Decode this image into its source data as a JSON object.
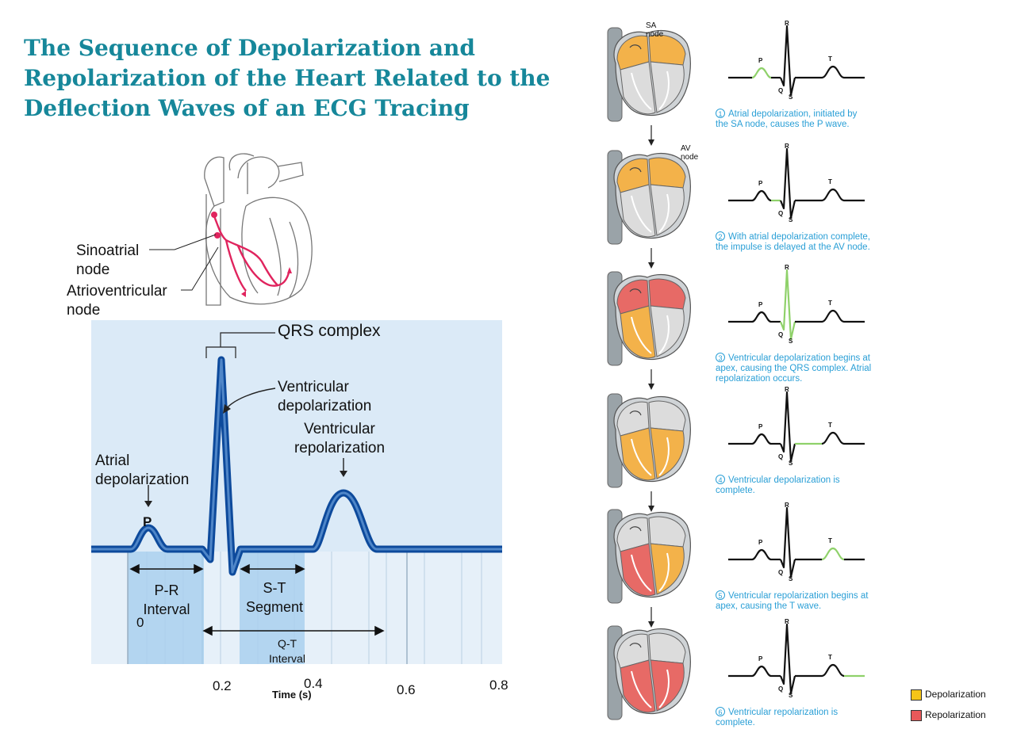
{
  "title": "The Sequence of Depolarization and Repolarization of the Heart Related to the Deflection Waves of an ECG Tracing",
  "heart_labels": {
    "sa_line1": "Sinoatrial",
    "sa_line2": "node",
    "av_line1": "Atrioventricular",
    "av_line2": "node"
  },
  "ecg": {
    "qrs_complex": "QRS complex",
    "vent_depol_1": "Ventricular",
    "vent_depol_2": "depolarization",
    "vent_repol_1": "Ventricular",
    "vent_repol_2": "repolarization",
    "atrial_depol_1": "Atrial",
    "atrial_depol_2": "depolarization",
    "p_label": "P",
    "pr_1": "P-R",
    "pr_2": "Interval",
    "st_1": "S-T",
    "st_2": "Segment",
    "qt_1": "Q-T",
    "qt_2": "Interval",
    "xaxis_label": "Time (s)",
    "ticks": [
      "0",
      "0.2",
      "0.4",
      "0.6",
      "0.8"
    ]
  },
  "steps": [
    {
      "num": "1",
      "caption_1": "Atrial depolarization,  initiated by",
      "caption_2": "the  SA  node,  causes  the  P  wave.",
      "caption_3": "",
      "node_label": "SA node",
      "highlight": "p"
    },
    {
      "num": "2",
      "caption_1": "With atrial depolarization  complete,",
      "caption_2": "the  impulse is delayed  at the AV node.",
      "caption_3": "",
      "node_label": "AV node",
      "highlight": "pq"
    },
    {
      "num": "3",
      "caption_1": "Ventricular  depolarization  begins  at",
      "caption_2": "apex,  causing  the  QRS complex.  Atrial",
      "caption_3": "repolarization  occurs.",
      "node_label": "",
      "highlight": "qrs"
    },
    {
      "num": "4",
      "caption_1": "Ventricular  depolarization  is",
      "caption_2": "complete.",
      "caption_3": "",
      "node_label": "",
      "highlight": "st"
    },
    {
      "num": "5",
      "caption_1": "Ventricular  repolarization  begins  at",
      "caption_2": "apex,  causing  the  T wave.",
      "caption_3": "",
      "node_label": "",
      "highlight": "t"
    },
    {
      "num": "6",
      "caption_1": "Ventricular  repolarization  is",
      "caption_2": "complete.",
      "caption_3": "",
      "node_label": "",
      "highlight": "end"
    }
  ],
  "wave_letters": {
    "r": "R",
    "p": "P",
    "t": "T",
    "q": "Q",
    "s": "S"
  },
  "legend": {
    "depol": "Depolarization",
    "repol": "Repolarization",
    "depol_color": "#f5c518",
    "repol_color": "#e8595a"
  },
  "colors": {
    "title": "#16879a",
    "ecg_trace": "#0d4a9c",
    "ecg_bg": "#dbeaf7",
    "interval_fill": "#a9d0ee",
    "highlight_green": "#8fd16a",
    "caption_blue": "#2a9fd6"
  }
}
